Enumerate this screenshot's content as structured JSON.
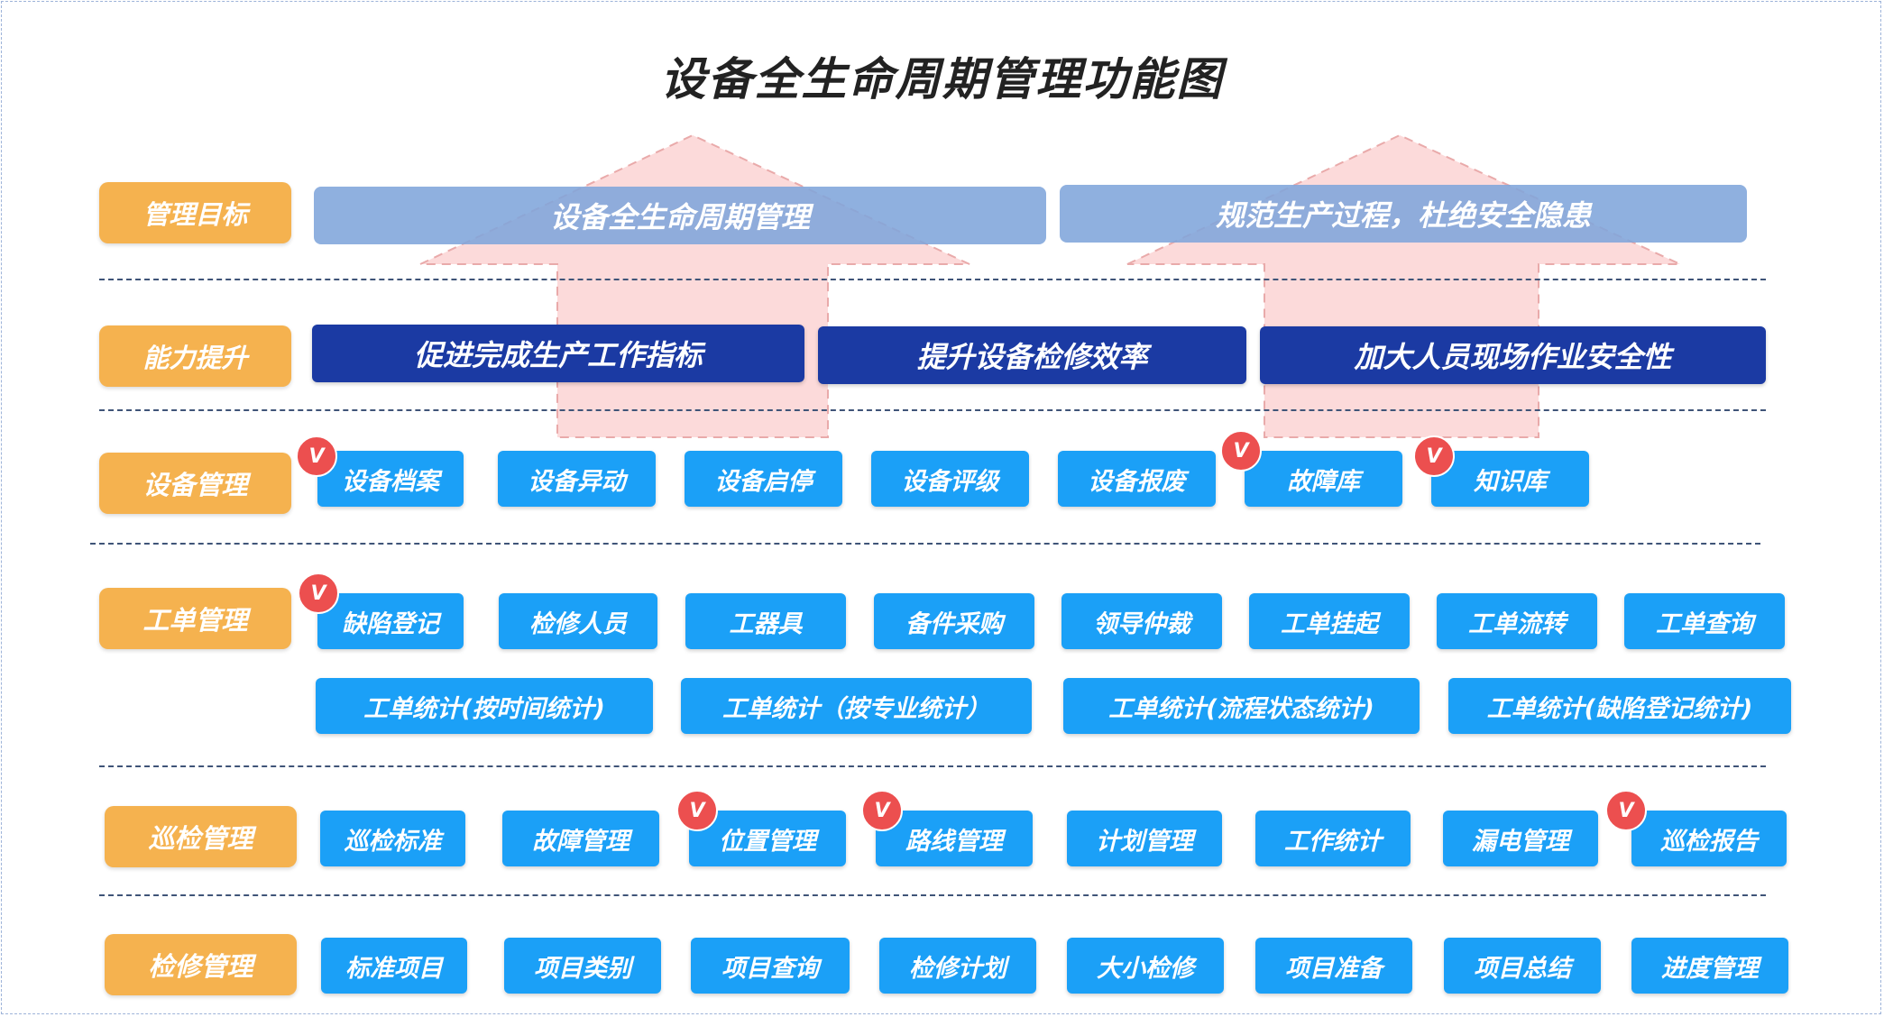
{
  "title": "设备全生命周期管理功能图",
  "colors": {
    "label_bg": "#f5b24f",
    "goal_bg": "#80a5db",
    "capability_bg": "#1b3aa3",
    "item_bg": "#1ba0f7",
    "badge_bg": "#ec4f4f",
    "arrow_fill": "#fbd3d3"
  },
  "badge_text": "V",
  "rows": {
    "goals": {
      "label": "管理目标",
      "items": [
        "设备全生命周期管理",
        "规范生产过程，杜绝安全隐患"
      ]
    },
    "capability": {
      "label": "能力提升",
      "items": [
        "促进完成生产工作指标",
        "提升设备检修效率",
        "加大人员现场作业安全性"
      ]
    },
    "equipment": {
      "label": "设备管理",
      "items": [
        "设备档案",
        "设备异动",
        "设备启停",
        "设备评级",
        "设备报废",
        "故障库",
        "知识库"
      ],
      "badged": [
        0,
        5,
        6
      ]
    },
    "workorder": {
      "label": "工单管理",
      "items": [
        "缺陷登记",
        "检修人员",
        "工器具",
        "备件采购",
        "领导仲裁",
        "工单挂起",
        "工单流转",
        "工单查询"
      ],
      "stats": [
        "工单统计(按时间统计)",
        "工单统计（按专业统计）",
        "工单统计(流程状态统计)",
        "工单统计(缺陷登记统计)"
      ],
      "badged": [
        0
      ]
    },
    "inspection": {
      "label": "巡检管理",
      "items": [
        "巡检标准",
        "故障管理",
        "位置管理",
        "路线管理",
        "计划管理",
        "工作统计",
        "漏电管理",
        "巡检报告"
      ],
      "badged": [
        2,
        3,
        7
      ]
    },
    "maintenance": {
      "label": "检修管理",
      "items": [
        "标准项目",
        "项目类别",
        "项目查询",
        "检修计划",
        "大小检修",
        "项目准备",
        "项目总结",
        "进度管理"
      ]
    }
  }
}
